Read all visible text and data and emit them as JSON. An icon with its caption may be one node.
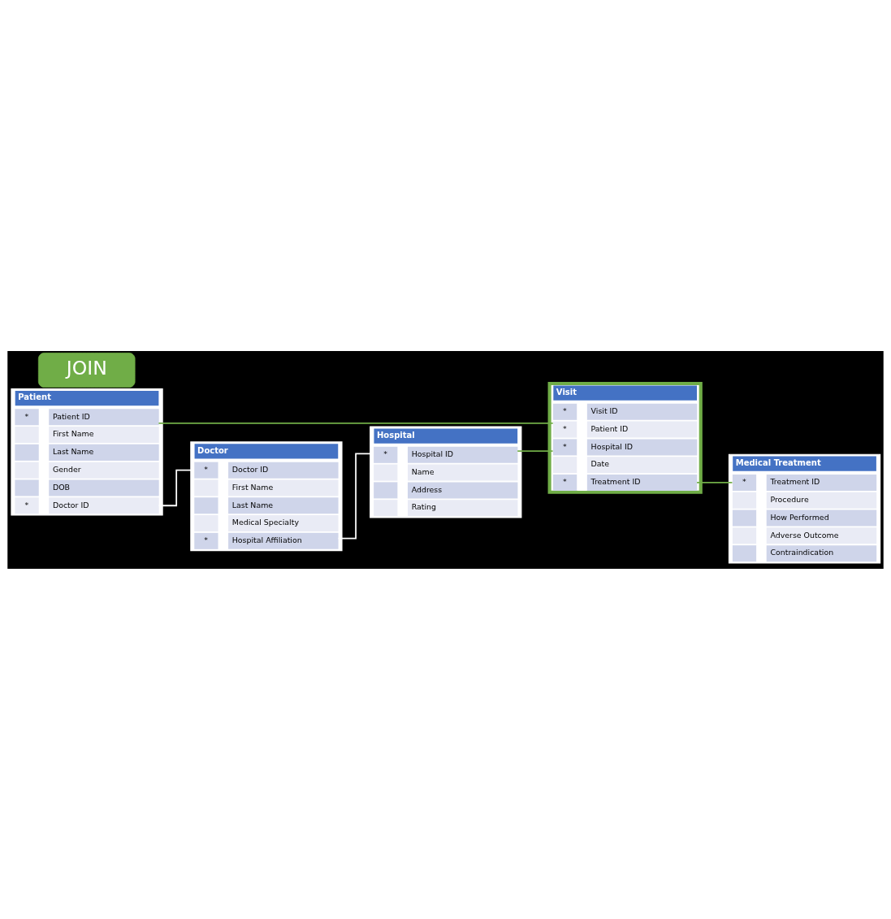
{
  "diagram": {
    "nodes": [
      {
        "text": [
          "Patient"
        ]
      },
      {
        "text": [
          "*",
          "Patient ID"
        ],
        "in": 0
      },
      {
        "text": [
          "First Name"
        ],
        "in": 0
      },
      {
        "text": [
          "Last Name"
        ],
        "in": 0
      },
      {
        "text": [
          "Gender"
        ],
        "in": 0
      },
      {
        "text": [
          "DOB"
        ],
        "in": 0
      },
      {
        "text": [
          "*",
          "Doctor ID"
        ],
        "in": 0
      },
      {
        "text": [
          "JOIN"
        ]
      },
      {
        "text": [
          "Visit"
        ]
      },
      {
        "text": [
          "*",
          "Visit ID"
        ],
        "in": 8
      },
      {
        "text": [
          "*",
          "Patient ID"
        ],
        "in": 8
      },
      {
        "text": [
          "*",
          "Hospital ID"
        ],
        "in": 8
      },
      {
        "text": [
          "Date"
        ],
        "in": 8
      },
      {
        "text": [
          "*",
          "Treatment ID"
        ],
        "in": 8
      },
      {
        "text": [
          "Doctor"
        ]
      },
      {
        "text": [
          "*",
          "Doctor ID"
        ],
        "in": 14
      },
      {
        "text": [
          "First Name"
        ],
        "in": 14
      },
      {
        "text": [
          "Last Name"
        ],
        "in": 14
      },
      {
        "text": [
          "Medical Specialty"
        ],
        "in": 14
      },
      {
        "text": [
          "*",
          "Hospital Affiliation"
        ],
        "in": 14
      },
      {
        "text": [
          "Medical Treatment"
        ]
      },
      {
        "text": [
          "*",
          "Treatment ID"
        ],
        "in": 20
      },
      {
        "text": [
          "Procedure"
        ],
        "in": 20
      },
      {
        "text": [
          "How Performed"
        ],
        "in": 20
      },
      {
        "text": [
          "Adverse Outcome"
        ],
        "in": 20
      },
      {
        "text": [
          "Contraindication"
        ],
        "in": 20
      },
      {
        "text": [
          "Hospital"
        ]
      },
      {
        "text": [
          "*",
          "Hospital ID"
        ],
        "in": 26
      },
      {
        "text": [
          "Name"
        ],
        "in": 26
      },
      {
        "text": [
          "Address"
        ],
        "in": 26
      },
      {
        "text": [
          "Rating"
        ],
        "in": 26
      }
    ],
    "edges": [
      {
        "from": 1,
        "to": 10,
        "arrow": "none"
      },
      {
        "from": 6,
        "to": 15,
        "arrow": "none",
        "color": "#ffffff"
      },
      {
        "from": 19,
        "to": 27,
        "arrow": "none",
        "color": "#ffffff"
      },
      {
        "from": 27,
        "to": 11,
        "arrow": "none"
      },
      {
        "from": 13,
        "to": 21,
        "arrow": "none"
      }
    ]
  }
}
